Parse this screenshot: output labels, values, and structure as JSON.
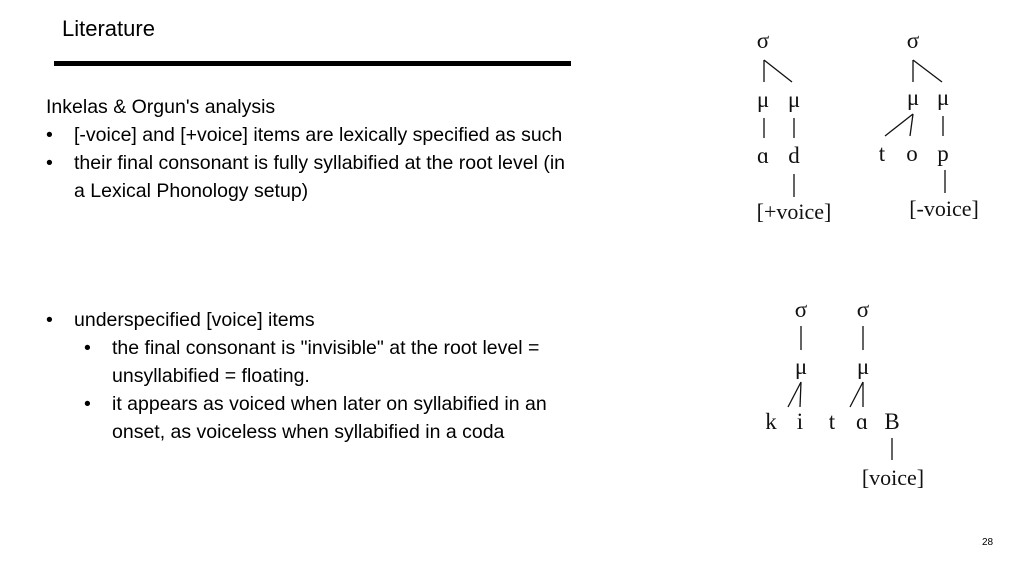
{
  "slide": {
    "title": "Literature",
    "page_number": "28",
    "bullet_char": "•"
  },
  "section1": {
    "heading": "Inkelas & Orgun's analysis",
    "bullets": [
      "[-voice] and [+voice] items are lexically specified as such",
      "their final consonant is fully syllabified at the root level (in",
      "a Lexical Phonology setup)"
    ]
  },
  "section2": {
    "bullet": "underspecified [voice] items",
    "sub_bullets": [
      "the final consonant is \"invisible\" at the root level =",
      "unsyllabified = floating.",
      "it appears as voiced when later on syllabified in an",
      "onset, as voiceless when syllabified in a coda"
    ]
  },
  "diagrams": {
    "ad": {
      "sigma": "σ",
      "mora1": "μ",
      "mora2": "μ",
      "seg1": "ɑ",
      "seg2": "d",
      "feature": "[+voice]"
    },
    "top": {
      "sigma": "σ",
      "mora1": "μ",
      "mora2": "μ",
      "seg1": "t",
      "seg2": "o",
      "seg3": "p",
      "feature": "[-voice]"
    },
    "kitaB": {
      "sigma1": "σ",
      "sigma2": "σ",
      "mora1": "μ",
      "mora2": "μ",
      "seg1": "k",
      "seg2": "i",
      "seg3": "t",
      "seg4": "ɑ",
      "seg5": "B",
      "feature": "[voice]"
    }
  }
}
